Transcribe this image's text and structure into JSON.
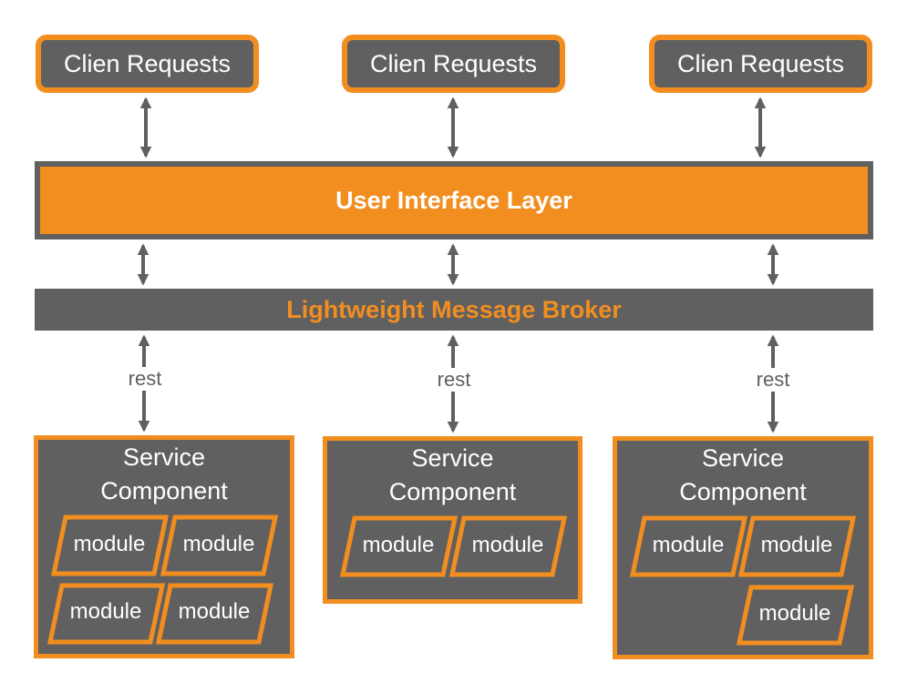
{
  "clients": [
    {
      "label": "Clien Requests"
    },
    {
      "label": "Clien Requests"
    },
    {
      "label": "Clien Requests"
    }
  ],
  "ui_layer": {
    "label": "User Interface Layer"
  },
  "broker": {
    "label": "Lightweight Message Broker"
  },
  "rest_labels": [
    "rest",
    "rest",
    "rest"
  ],
  "services": [
    {
      "title_line1": "Service",
      "title_line2": "Component",
      "modules": [
        "module",
        "module",
        "module",
        "module"
      ]
    },
    {
      "title_line1": "Service",
      "title_line2": "Component",
      "modules": [
        "module",
        "module"
      ]
    },
    {
      "title_line1": "Service",
      "title_line2": "Component",
      "modules": [
        "module",
        "module",
        "module"
      ]
    }
  ],
  "colors": {
    "orange": "#f28e20",
    "gray": "#606060",
    "white": "#ffffff"
  }
}
